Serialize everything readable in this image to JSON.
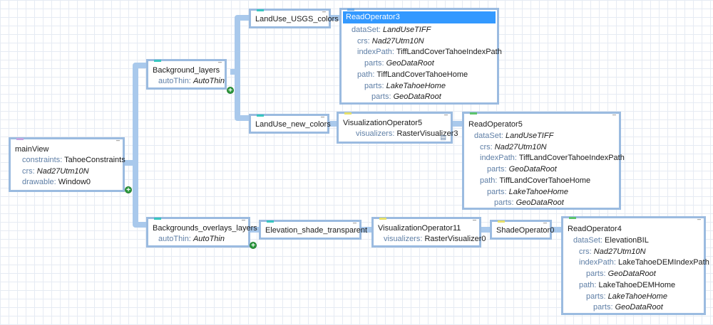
{
  "colors": {
    "link": "#a9c9ec",
    "border": "#9bbbe0",
    "accent_teal": "#39c6c0",
    "accent_yellow": "#e6e06a",
    "accent_green": "#5cc46b",
    "accent_purple": "#c4a6e0",
    "accent_blue": "#6aa9e8",
    "selected": "#3399ff",
    "key": "#5f7fa6"
  },
  "nodes": {
    "mainView": {
      "title": "mainView",
      "constraints_k": "constraints:",
      "constraints_v": "TahoeConstraints",
      "crs_k": "crs:",
      "crs_v": "Nad27Utm10N",
      "drawable_k": "drawable:",
      "drawable_v": "Window0"
    },
    "bgLayers": {
      "title": "Background_layers",
      "autoThin_k": "autoThin:",
      "autoThin_v": "AutoThin"
    },
    "bgOverlays": {
      "title": "Backgrounds_overlays_layers",
      "autoThin_k": "autoThin:",
      "autoThin_v": "AutoThin"
    },
    "usgs": {
      "title": "LandUse_USGS_colors"
    },
    "newColors": {
      "title": "LandUse_new_colors"
    },
    "elevShade": {
      "title": "Elevation_shade_transparent"
    },
    "read3": {
      "title": "ReadOperator3",
      "dataSet_k": "dataSet:",
      "dataSet_v": "LandUseTIFF",
      "crs_k": "crs:",
      "crs_v": "Nad27Utm10N",
      "indexPath_k": "indexPath:",
      "indexPath_v": "TiffLandCoverTahoeIndexPath",
      "parts1_k": "parts:",
      "parts1_v": "GeoDataRoot",
      "path_k": "path:",
      "path_v": "TiffLandCoverTahoeHome",
      "parts2_k": "parts:",
      "parts2_v": "LakeTahoeHome",
      "parts3_k": "parts:",
      "parts3_v": "GeoDataRoot"
    },
    "vis5": {
      "title": "VisualizationOperator5",
      "visualizers_k": "visualizers:",
      "visualizers_v": "RasterVisualizer3"
    },
    "read5": {
      "title": "ReadOperator5",
      "dataSet_k": "dataSet:",
      "dataSet_v": "LandUseTIFF",
      "crs_k": "crs:",
      "crs_v": "Nad27Utm10N",
      "indexPath_k": "indexPath:",
      "indexPath_v": "TiffLandCoverTahoeIndexPath",
      "parts1_k": "parts:",
      "parts1_v": "GeoDataRoot",
      "path_k": "path:",
      "path_v": "TiffLandCoverTahoeHome",
      "parts2_k": "parts:",
      "parts2_v": "LakeTahoeHome",
      "parts3_k": "parts:",
      "parts3_v": "GeoDataRoot"
    },
    "vis11": {
      "title": "VisualizationOperator11",
      "visualizers_k": "visualizers:",
      "visualizers_v": "RasterVisualizer0"
    },
    "shade0": {
      "title": "ShadeOperator0"
    },
    "read4": {
      "title": "ReadOperator4",
      "dataSet_k": "dataSet:",
      "dataSet_v": "ElevationBIL",
      "crs_k": "crs:",
      "crs_v": "Nad27Utm10N",
      "indexPath_k": "indexPath:",
      "indexPath_v": "LakeTahoeDEMIndexPath",
      "parts1_k": "parts:",
      "parts1_v": "GeoDataRoot",
      "path_k": "path:",
      "path_v": "LakeTahoeDEMHome",
      "parts2_k": "parts:",
      "parts2_v": "LakeTahoeHome",
      "parts3_k": "parts:",
      "parts3_v": "GeoDataRoot"
    }
  },
  "icons": {
    "expand": "plus-icon",
    "minimize": "minimize-icon",
    "comment": "comment-icon"
  }
}
